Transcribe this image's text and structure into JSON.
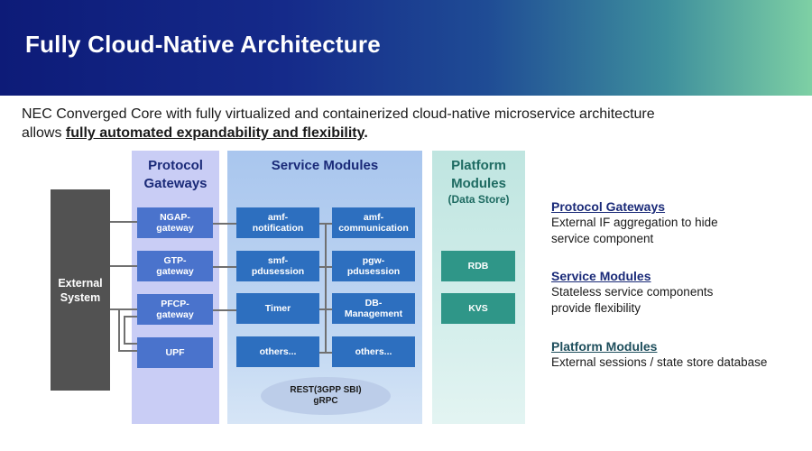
{
  "header": {
    "title": "Fully Cloud-Native Architecture"
  },
  "intro": {
    "line1": "NEC Converged Core with fully virtualized and containerized cloud-native microservice architecture",
    "line2_prefix": "allows ",
    "line2_emphasis": "fully automated expandability and flexibility",
    "line2_suffix": "."
  },
  "external": {
    "label": "External System"
  },
  "panels": {
    "protocol": {
      "title": "Protocol Gateways",
      "items": [
        "NGAP-gateway",
        "GTP-gateway",
        "PFCP-gateway",
        "UPF"
      ]
    },
    "service": {
      "title": "Service Modules",
      "left_items": [
        "amf-notification",
        "smf-pdusession",
        "Timer",
        "others..."
      ],
      "right_items": [
        "amf-communication",
        "pgw-pdusession",
        "DB-Management",
        "others..."
      ],
      "bus_line1": "REST(3GPP SBI)",
      "bus_line2": "gRPC"
    },
    "platform": {
      "title": "Platform Modules",
      "subtitle": "(Data Store)",
      "items": [
        "RDB",
        "KVS"
      ]
    }
  },
  "legend": [
    {
      "heading": "Protocol Gateways",
      "text_line1": "External IF aggregation to hide",
      "text_line2": "service component"
    },
    {
      "heading": "Service Modules",
      "text_line1": "Stateless service components",
      "text_line2": "provide flexibility"
    },
    {
      "heading": "Platform Modules",
      "text_line1": "External sessions / state store database",
      "text_line2": ""
    }
  ],
  "colors": {
    "header_start": "#0d1b78",
    "header_end": "#7ed0a4",
    "gateway_box": "#4a73cc",
    "service_box": "#2d6fbf",
    "platform_box": "#2f9688",
    "external_box": "#525252"
  }
}
